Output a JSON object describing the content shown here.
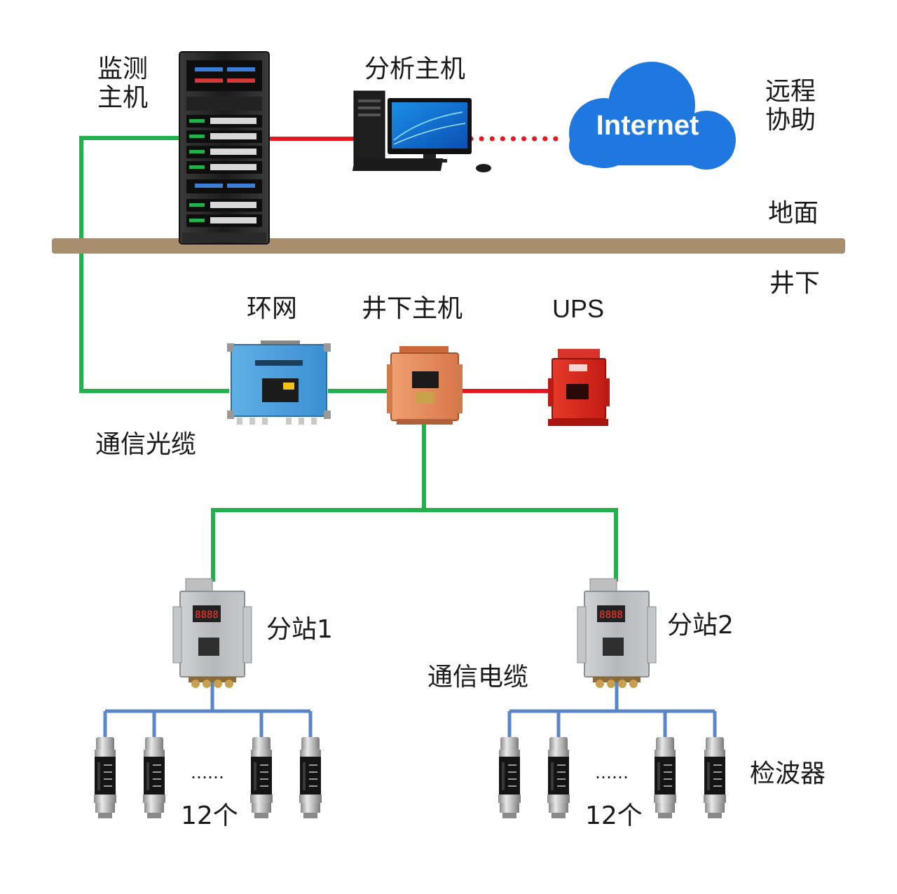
{
  "colors": {
    "fiber": "#22b14c",
    "power": "#e8161f",
    "cable": "#5a86c8",
    "ground": "#a88d6f",
    "cloud": "#1f78e0"
  },
  "labels": {
    "monitor_host_line1": "监测",
    "monitor_host_line2": "主机",
    "analysis_host": "分析主机",
    "cloud_text": "Internet",
    "remote_line1": "远程",
    "remote_line2": "协助",
    "ground": "地面",
    "underground": "井下",
    "ring_network": "环网",
    "underground_host": "井下主机",
    "ups": "UPS",
    "fiber_cable": "通信光缆",
    "substation_1": "分站1",
    "substation_2": "分站2",
    "comm_cable": "通信电缆",
    "geophone": "检波器",
    "count_left": "12个",
    "count_right": "12个",
    "ellipsis": "……"
  },
  "icons": {
    "server_rack": "server-rack-icon",
    "desktop_pc": "desktop-computer-icon",
    "cloud": "cloud-icon",
    "ring_switch": "ring-switch-box-icon",
    "underground_host": "explosion-proof-host-icon",
    "ups": "ups-power-icon",
    "substation": "substation-box-icon",
    "geophone": "geophone-sensor-icon"
  }
}
